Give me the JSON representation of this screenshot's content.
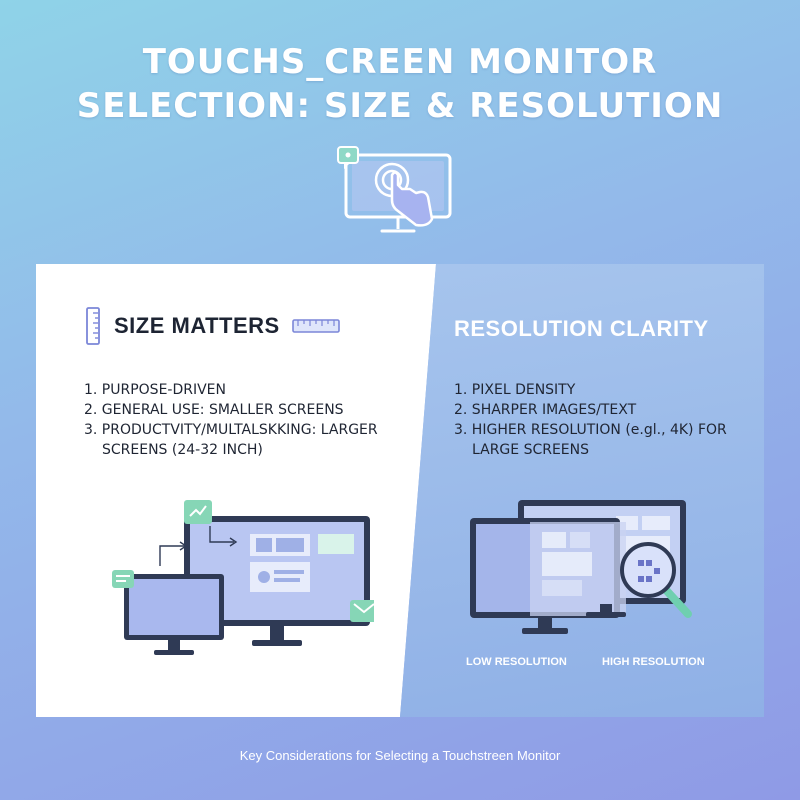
{
  "header": {
    "title_line1": "TOUCHS_CREEN MONITOR",
    "title_line2": "SELECTION: SIZE & RESOLUTION"
  },
  "hero": {
    "icon": "touch-monitor-icon"
  },
  "size_section": {
    "heading": "SIZE MATTERS",
    "icon": "ruler-icon",
    "items": [
      "1. PURPOSE-DRIVEN",
      "2. GENERAL USE: SMALLER SCREENS",
      "3. PRODUCTVITY/MULTALSKKING: LARGER SCREENS (24-32 INCH)"
    ]
  },
  "resolution_section": {
    "heading": "RESOLUTION CLARITY",
    "items": [
      "1. PIXEL DENSITY",
      "2. SHARPER IMAGES/TEXT",
      "3. HIGHER RESOLUTION (e.gl., 4K) FOR LARGE SCREENS"
    ],
    "label_low": "LOW RESOLUTION",
    "label_high": "HIGH RESOLUTION"
  },
  "footer": {
    "caption": "Key Considerations for Selecting a Touchstreen Monitor"
  },
  "colors": {
    "accent_green": "#86d6b6",
    "monitor_dark": "#2f3a55",
    "panel_blue": "#97b6e9"
  }
}
